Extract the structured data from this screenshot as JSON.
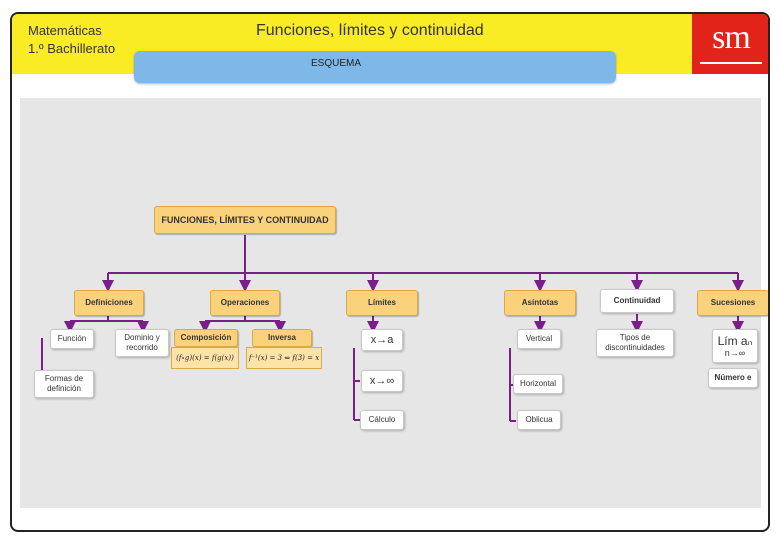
{
  "header": {
    "subject_line1": "Matemáticas",
    "subject_line2": "1.º Bachillerato",
    "title": "Funciones, límites y continuidad",
    "logo": "sm",
    "banner_label": "ESQUEMA"
  },
  "diagram": {
    "root": "FUNCIONES, LÍMITES Y CONTINUIDAD",
    "categories": {
      "definiciones": "Definiciones",
      "operaciones": "Operaciones",
      "limites": "Límites",
      "asintotas": "Asíntotas",
      "continuidad": "Continuidad",
      "sucesiones": "Sucesiones"
    },
    "children": {
      "funcion": "Función",
      "dominio": "Dominio y recorrido",
      "formas": "Formas de definición",
      "composicion": "Composición",
      "inversa": "Inversa",
      "composicion_formula": "(f∘g)(x) = f(g(x))",
      "inversa_formula": "f⁻¹(x) = 3 ⇔ f(3) = x",
      "x_to_a": "x→a",
      "x_to_inf": "x→∞",
      "calculo": "Cálculo",
      "vertical": "Vertical",
      "horizontal": "Horizontal",
      "oblicua": "Oblicua",
      "tipos": "Tipos de discontinuidades",
      "lim_an": "Lím aₙ",
      "n_to_inf": "n→∞",
      "numero_e": "Número e"
    }
  },
  "colors": {
    "header_yellow": "#f9ec24",
    "banner_blue": "#7db8e8",
    "logo_red": "#e2231a",
    "connector_purple": "#7a1f8a",
    "node_orange": "#fbd27c"
  }
}
